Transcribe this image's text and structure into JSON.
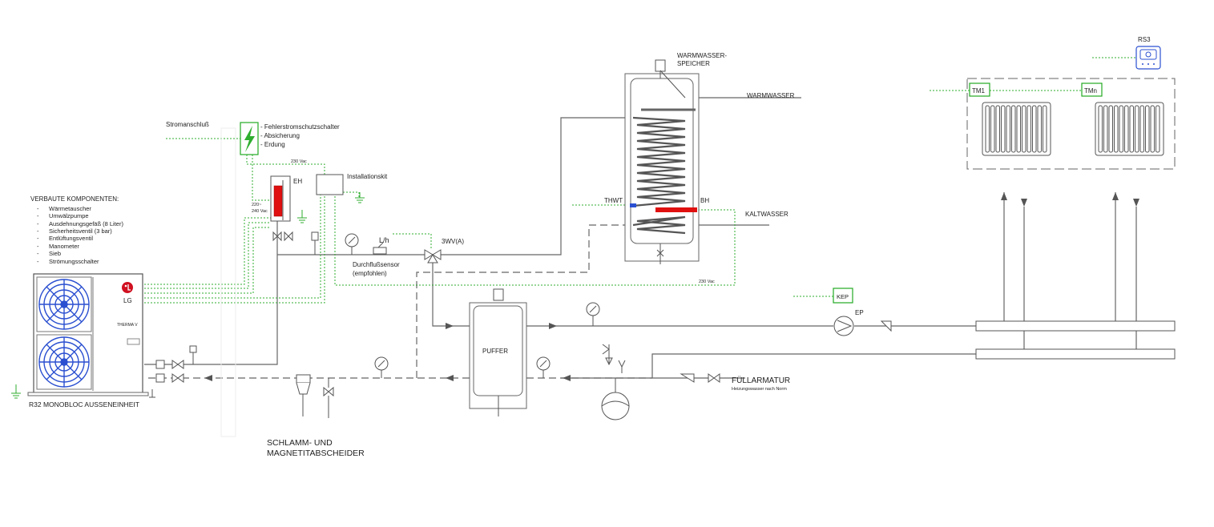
{
  "components_list": {
    "title": "VERBAUTE KOMPONENTEN:",
    "items": [
      "Wärmetauscher",
      "Umwälzpumpe",
      "Ausdehnungsgefäß (8 Liter)",
      "Sicherheitsventil (3 bar)",
      "Entlüftungsventil",
      "Manometer",
      "Sieb",
      "Strömungsschalter"
    ]
  },
  "outdoor_unit": {
    "label": "R32 MONOBLOC AUSSENEINHEIT",
    "brand": "LG",
    "model": "THERMA V"
  },
  "power": {
    "label": "Stromanschluß",
    "items": [
      "- Fehlerstromschutzschalter",
      "- Absicherung",
      "- Erdung"
    ],
    "voltage_top": "230 Vac",
    "voltage_eh_1": "220~",
    "voltage_eh_2": "240 Vac",
    "voltage_bottom": "230 Vac"
  },
  "labels": {
    "installationskit": "Installationskit",
    "eh": "EH",
    "flow_unit": "L/h",
    "flow_sensor_1": "Durchflußsensor",
    "flow_sensor_2": "(empfohlen)",
    "valve_3wv": "3WV(A)",
    "tank_1": "WARMWASSER-",
    "tank_2": "SPEICHER",
    "warmwasser": "WARMWASSER",
    "kaltwasser": "KALTWASSER",
    "thwt": "THWT",
    "bh": "BH",
    "puffer": "PUFFER",
    "kep": "KEP",
    "ep": "EP",
    "fuellarmatur": "FÜLLARMATUR",
    "fuellarmatur_sub": "Heizungswasser nach Norm",
    "separator_1": "SCHLAMM- UND",
    "separator_2": "MAGNETITABSCHEIDER",
    "rs3": "RS3",
    "tm1": "TM1",
    "tmn": "TMn"
  },
  "colors": {
    "pipe": "#666666",
    "electrical": "#2fae2f",
    "heater": "#e01010",
    "fan": "#2a4fd0",
    "logo": "#d01020",
    "controller": "#2a4fd0"
  }
}
